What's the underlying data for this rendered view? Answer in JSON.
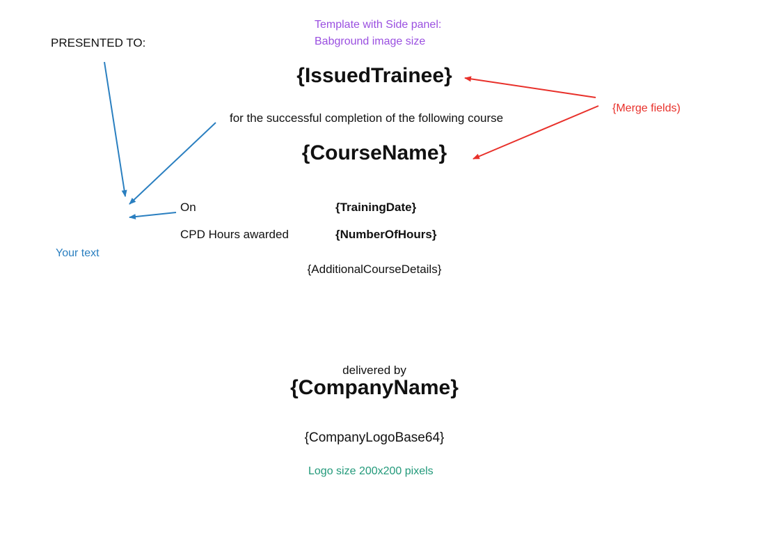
{
  "annotations": {
    "template_line1": "Template with Side panel:",
    "template_line2": "Babground image size",
    "merge_fields": "{Merge fields)",
    "your_text": "Your text",
    "logo_size": "Logo size 200x200 pixels"
  },
  "certificate": {
    "presented_to": "PRESENTED TO:",
    "issued_trainee": "{IssuedTrainee}",
    "completion_text": "for the successful completion of the following course",
    "course_name": "{CourseName}",
    "on_label": "On",
    "training_date": "{TrainingDate}",
    "cpd_label": "CPD Hours awarded",
    "number_of_hours": "{NumberOfHours}",
    "additional_details": "{AdditionalCourseDetails}",
    "delivered_by": "delivered by",
    "company_name": "{CompanyName}",
    "company_logo": "{CompanyLogoBase64}"
  },
  "colors": {
    "purple_note": "#9a4fe0",
    "red_note": "#e8302a",
    "blue_note": "#2a7fc0",
    "green_note": "#22997a"
  }
}
